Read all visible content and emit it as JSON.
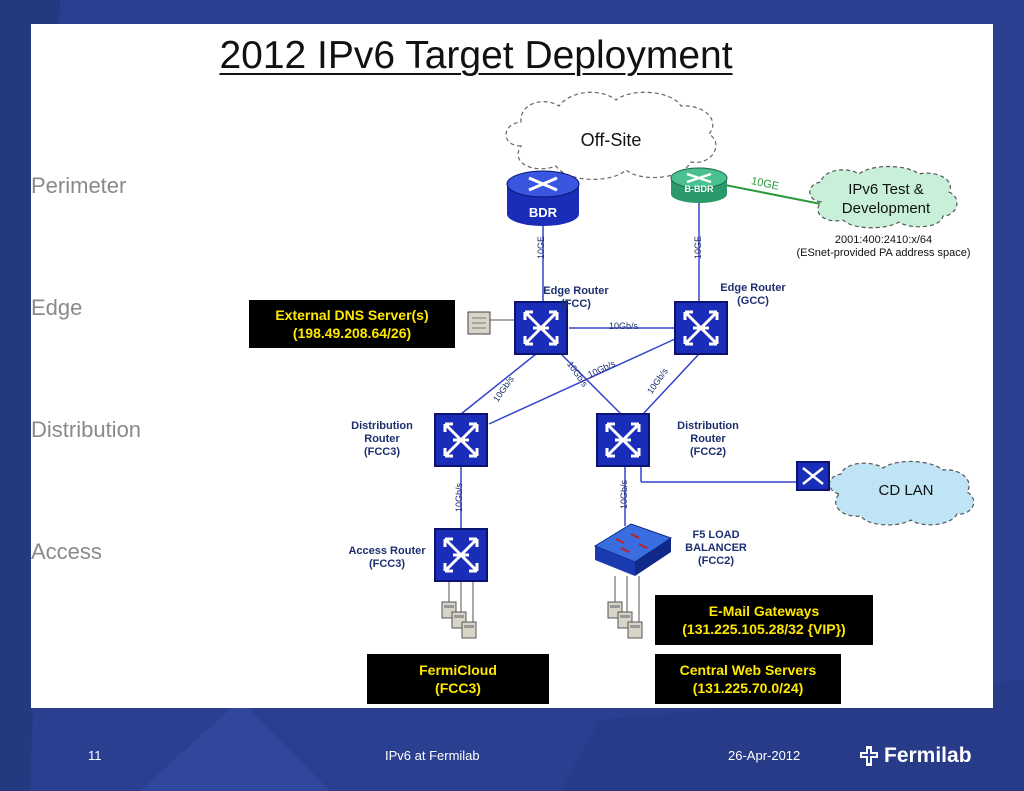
{
  "slide": {
    "title": "2012 IPv6 Target Deployment",
    "layers": [
      "Perimeter",
      "Edge",
      "Distribution",
      "Access"
    ]
  },
  "diagram": {
    "offsite": "Off-Site",
    "bdr": "BDR",
    "bbdr": "B-BDR",
    "test_dev": [
      "IPv6 Test &",
      "Development"
    ],
    "test_dev_address": [
      "2001:400:2410:x/64",
      "(ESnet-provided PA address space)"
    ],
    "cd_lan": "CD LAN",
    "edge_fcc": [
      "Edge Router",
      "(FCC)"
    ],
    "edge_gcc": [
      "Edge Router",
      "(GCC)"
    ],
    "dist_fcc3": [
      "Distribution",
      "Router",
      "(FCC3)"
    ],
    "dist_fcc2": [
      "Distribution",
      "Router",
      "(FCC2)"
    ],
    "access_fcc3": [
      "Access Router",
      "(FCC3)"
    ],
    "f5": [
      "F5 LOAD",
      "BALANCER",
      "(FCC2)"
    ],
    "dns_callout": [
      "External DNS Server(s)",
      "(198.49.208.64/26)"
    ],
    "email_callout": [
      "E-Mail Gateways",
      "(131.225.105.28/32 {VIP})"
    ],
    "fermicloud_callout": [
      "FermiCloud",
      "(FCC3)"
    ],
    "web_callout": [
      "Central Web Servers",
      "(131.225.70.0/24)"
    ],
    "link_10ge": "10GE",
    "link_10gbs": "10Gb/s"
  },
  "footer": {
    "page": "11",
    "center": "IPv6 at Fermilab",
    "date": "26-Apr-2012",
    "logo": "Fermilab"
  },
  "colors": {
    "router_blue": "#1a2db8",
    "bbdr_green": "#2a9a6a",
    "cloud_green": "#c8f0d8",
    "cloud_blue": "#bfe4f6",
    "callout_yellow": "#ffe800",
    "link_blue": "#3344cc",
    "link_green": "#2a9a3a"
  }
}
